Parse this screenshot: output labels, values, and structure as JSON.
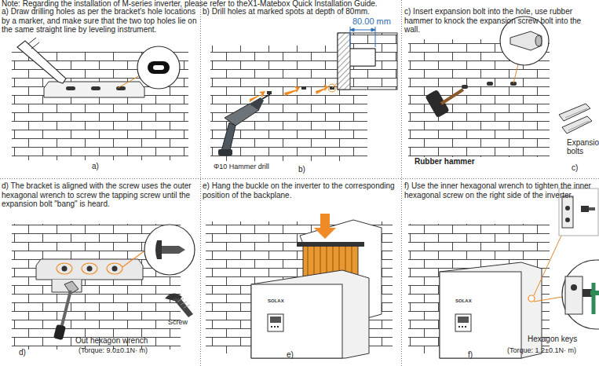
{
  "diagram": {
    "nodes": [
      {
        "text": [
          "a) Draw drilling holes as per the bracket's hole locations by a marker, and make sure that the two top holes lie on the same straight line by leveling instrument."
        ]
      },
      {
        "text": [
          "b) Drill holes at marked spots at depth of 80mm."
        ]
      },
      {
        "text": [
          "c) Insert expansion bolt into the hole, use rubber hammer to knock the expansion screw bolt into the wall."
        ]
      },
      {
        "text": [
          "d) The bracket is aligned with the screw uses the outer hexagonal wrench to screw the tapping screw until the expansion bolt \"bang\" is heard."
        ]
      },
      {
        "text": [
          "e) Hang the buckle on the inverter to the corresponding position of the backplane."
        ]
      },
      {
        "text": [
          "f) Use the inner hexagonal wrench to tighten the inner hexagonal screw on the right side of the inverter."
        ]
      }
    ],
    "labels": [
      "Note: Regarding the installation of M-series inverter, please refer to theX1-Matebox Quick Installation Guide.",
      "a)",
      "80.00 mm",
      "Φ10 Hammer drill",
      "b)",
      "Rubber hammer",
      "Expansio bolts",
      "c)",
      "Screw",
      "Out hexagon wrench",
      "(Torque: 9.0±0.1N· m)",
      "d)",
      "SOLAX",
      "e)",
      "SOLAX",
      "f)",
      "Hexagon keys",
      "(Torque: 1.2±0.1N· m)"
    ]
  }
}
